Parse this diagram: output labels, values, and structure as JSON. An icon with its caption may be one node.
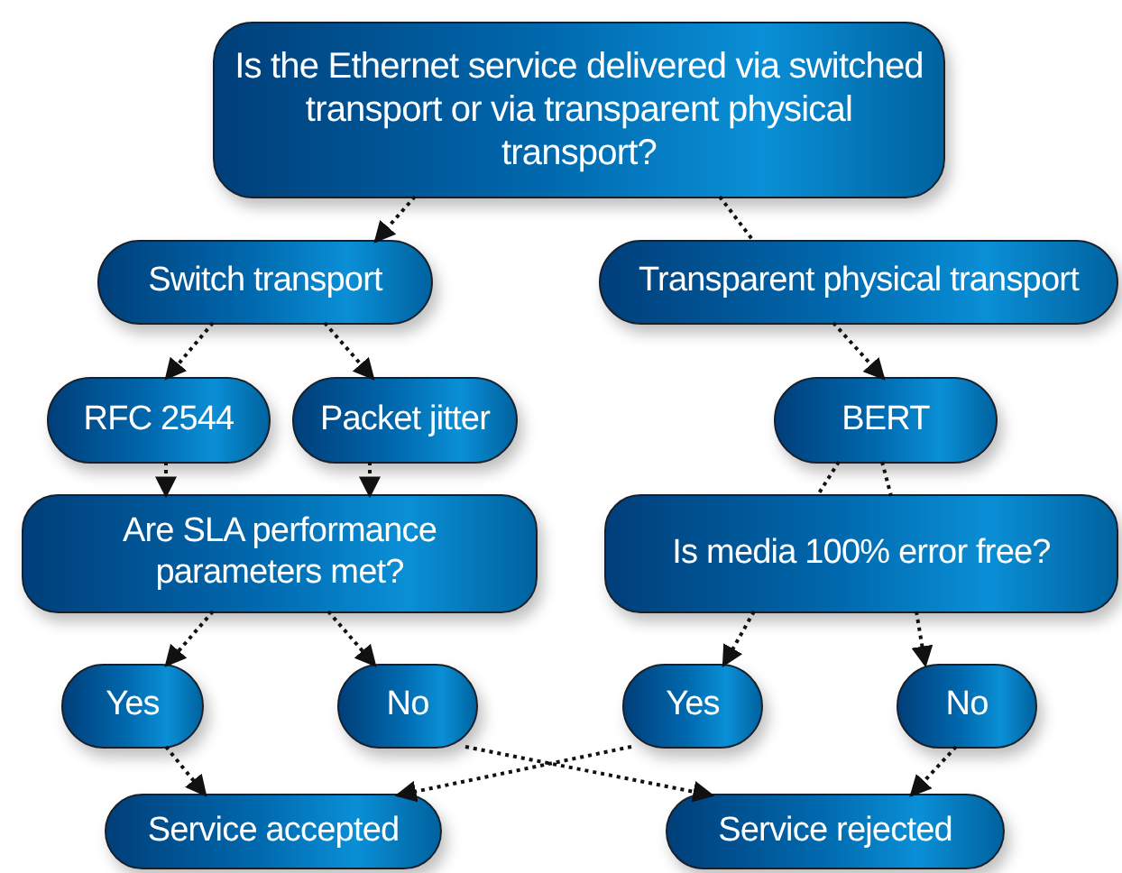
{
  "diagram": {
    "nodes": [
      {
        "text": [
          "Is the Ethernet service delivered via switched transport or via transparent physical transport?"
        ]
      },
      {
        "text": [
          "Switch transport"
        ]
      },
      {
        "text": [
          "Transparent physical transport"
        ]
      },
      {
        "text": [
          "RFC 2544"
        ]
      },
      {
        "text": [
          "Packet jitter"
        ]
      },
      {
        "text": [
          "BERT"
        ]
      },
      {
        "text": [
          "Are SLA performance parameters met?"
        ]
      },
      {
        "text": [
          "Is media 100% error free?"
        ]
      },
      {
        "text": [
          "Yes"
        ]
      },
      {
        "text": [
          "No"
        ]
      },
      {
        "text": [
          "Yes"
        ]
      },
      {
        "text": [
          "No"
        ]
      },
      {
        "text": [
          "Service accepted"
        ]
      },
      {
        "text": [
          "Service rejected"
        ]
      }
    ],
    "edges": [
      {
        "from": 0,
        "to": 1,
        "arrow": "to"
      },
      {
        "from": 0,
        "to": 2,
        "arrow": "none"
      },
      {
        "from": 1,
        "to": 3,
        "arrow": "to"
      },
      {
        "from": 1,
        "to": 4,
        "arrow": "to"
      },
      {
        "from": 2,
        "to": 5,
        "arrow": "to"
      },
      {
        "from": 5,
        "to": 7,
        "arrow": "none"
      },
      {
        "from": 5,
        "to": 7,
        "arrow": "none"
      },
      {
        "from": 3,
        "to": 6,
        "arrow": "to"
      },
      {
        "from": 4,
        "to": 6,
        "arrow": "to"
      },
      {
        "from": 6,
        "to": 8,
        "arrow": "to"
      },
      {
        "from": 6,
        "to": 9,
        "arrow": "to"
      },
      {
        "from": 7,
        "to": 10,
        "arrow": "to"
      },
      {
        "from": 7,
        "to": 11,
        "arrow": "to"
      },
      {
        "from": 8,
        "to": 12,
        "arrow": "to"
      },
      {
        "from": 9,
        "to": 13,
        "arrow": "to"
      },
      {
        "from": 10,
        "to": 12,
        "arrow": "to"
      },
      {
        "from": 11,
        "to": 13,
        "arrow": "to"
      }
    ]
  }
}
